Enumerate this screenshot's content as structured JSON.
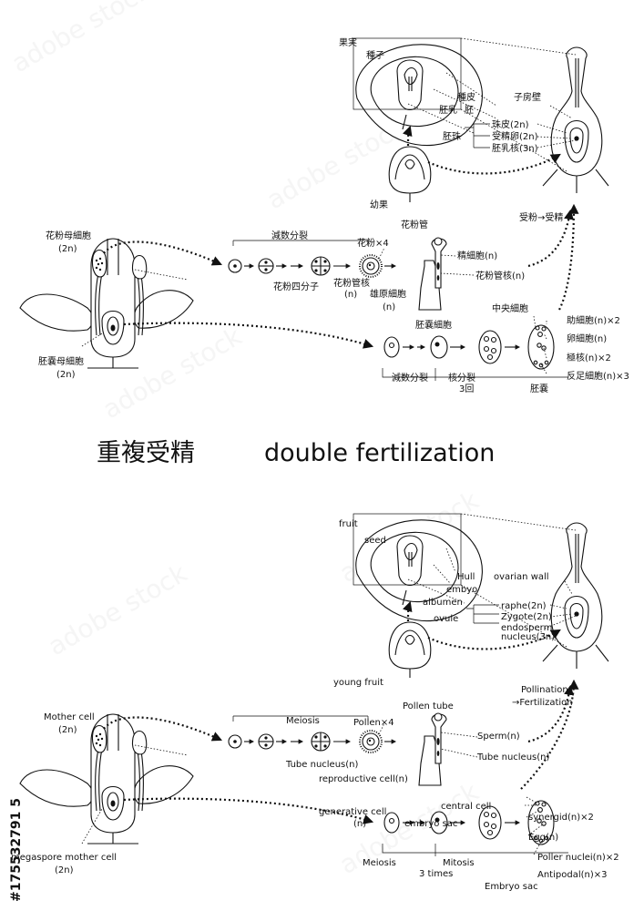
{
  "title": {
    "jp": "重複受精",
    "en": "double fertilization"
  },
  "jp": {
    "fruit": "果実",
    "seed": "種子",
    "hull": "種皮",
    "albumen": "胚乳",
    "embryo": "胚",
    "ovule": "胚珠",
    "ovary_wall": "子房壁",
    "raphe": "珠皮(2n)",
    "zygote": "受精卵(2n)",
    "endosperm": "胚乳核(3n)",
    "young_fruit": "幼果",
    "mother_cell": "花粉母細胞",
    "mother_cell_ploidy": "(2n)",
    "meiosis": "減数分裂",
    "pollen": "花粉×4",
    "pollen_tube": "花粉管",
    "tetrad": "花粉四分子",
    "tube_nucleus_1": "花粉管核",
    "tube_nucleus_1b": "(n)",
    "reproductive_cell": "雄原細胞",
    "reproductive_cell_b": "(n)",
    "sperm": "精細胞(n)",
    "tube_nucleus_2": "花粉管核(n)",
    "pollination": "受粉→受精",
    "megaspore": "胚嚢母細胞",
    "megaspore_ploidy": "(2n)",
    "embryo_sac_cell": "胚嚢細胞",
    "central_cell": "中央細胞",
    "synergid": "助細胞(n)×2",
    "egg": "卵細胞(n)",
    "polar": "極核(n)×2",
    "antipodal": "反足細胞(n)×3",
    "meiosis_b": "減数分裂",
    "mitosis": "核分裂",
    "mitosis_times": "3回",
    "embryo_sac": "胚嚢"
  },
  "en": {
    "fruit": "fruit",
    "seed": "seed",
    "hull": "Hull",
    "embryo": "embyo",
    "ovary_wall": "ovarian wall",
    "albumen": "albumen",
    "raphe": "raphe(2n)",
    "ovule": "ovule",
    "zygote": "Zygote(2n)",
    "endosperm": "endosperm",
    "endosperm_b": "nucleus(3n)",
    "young_fruit": "young fruit",
    "pollination": "Pollination",
    "fertilization": "→Fertilization",
    "mother_cell": "Mother cell",
    "mother_cell_ploidy": "(2n)",
    "meiosis": "Meiosis",
    "pollen": "Pollen×4",
    "pollen_tube": "Pollen tube",
    "sperm": "Sperm(n)",
    "tube_nucleus_1": "Tube nucleus(n)",
    "tube_nucleus_2": "Tube nucleus(n)",
    "reproductive_cell": "reproductive cell(n)",
    "generative_cell": "generative cell",
    "generative_cell_b": "(n)",
    "embryo_sac_top": "embryo sac",
    "central_cell": "central cell",
    "synergid": "synergid(n)×2",
    "egg": "Egg(n)",
    "polar": "Poller nuclei(n)×2",
    "antipodal": "Antipodal(n)×3",
    "megaspore": "megaspore mother cell",
    "megaspore_ploidy": "(2n)",
    "meiosis_b": "Meiosis",
    "mitosis": "Mitosis",
    "mitosis_times": "3 times",
    "embryo_sac": "Embryo sac"
  },
  "stock_id": "#175532791 5"
}
